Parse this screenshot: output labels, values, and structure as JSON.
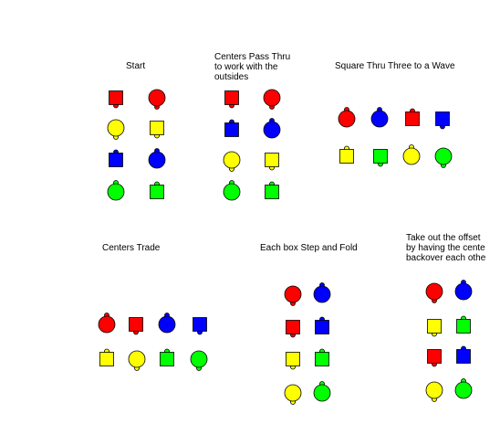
{
  "colors": {
    "red": "#ff0000",
    "blue": "#0000ff",
    "yellow": "#ffff00",
    "green": "#00ff00",
    "outline": "#000000"
  },
  "panels": [
    {
      "title": "Start",
      "dancers": [
        {
          "shape": "square",
          "color": "red",
          "nose": "down"
        },
        {
          "shape": "circle",
          "color": "red",
          "nose": "down"
        },
        {
          "shape": "circle",
          "color": "yellow",
          "nose": "down"
        },
        {
          "shape": "square",
          "color": "yellow",
          "nose": "down"
        },
        {
          "shape": "square",
          "color": "blue",
          "nose": "up"
        },
        {
          "shape": "circle",
          "color": "blue",
          "nose": "up"
        },
        {
          "shape": "circle",
          "color": "green",
          "nose": "up"
        },
        {
          "shape": "square",
          "color": "green",
          "nose": "up"
        }
      ]
    },
    {
      "title": "Centers Pass Thru\nto work with the\noutsides",
      "dancers": [
        {
          "shape": "square",
          "color": "red",
          "nose": "down"
        },
        {
          "shape": "circle",
          "color": "red",
          "nose": "down"
        },
        {
          "shape": "square",
          "color": "blue",
          "nose": "up"
        },
        {
          "shape": "circle",
          "color": "blue",
          "nose": "up"
        },
        {
          "shape": "circle",
          "color": "yellow",
          "nose": "down"
        },
        {
          "shape": "square",
          "color": "yellow",
          "nose": "down"
        },
        {
          "shape": "circle",
          "color": "green",
          "nose": "up"
        },
        {
          "shape": "square",
          "color": "green",
          "nose": "up"
        }
      ]
    },
    {
      "title": "Square Thru Three to a Wave",
      "dancers": [
        {
          "shape": "circle",
          "color": "red",
          "nose": "up"
        },
        {
          "shape": "circle",
          "color": "blue",
          "nose": "up"
        },
        {
          "shape": "square",
          "color": "red",
          "nose": "up"
        },
        {
          "shape": "square",
          "color": "blue",
          "nose": "down"
        },
        {
          "shape": "square",
          "color": "yellow",
          "nose": "up"
        },
        {
          "shape": "square",
          "color": "green",
          "nose": "down"
        },
        {
          "shape": "circle",
          "color": "yellow",
          "nose": "up"
        },
        {
          "shape": "circle",
          "color": "green",
          "nose": "down"
        }
      ]
    },
    {
      "title": "Centers Trade",
      "dancers": [
        {
          "shape": "circle",
          "color": "red",
          "nose": "up"
        },
        {
          "shape": "square",
          "color": "red",
          "nose": "down"
        },
        {
          "shape": "circle",
          "color": "blue",
          "nose": "up"
        },
        {
          "shape": "square",
          "color": "blue",
          "nose": "down"
        },
        {
          "shape": "square",
          "color": "yellow",
          "nose": "up"
        },
        {
          "shape": "circle",
          "color": "yellow",
          "nose": "down"
        },
        {
          "shape": "square",
          "color": "green",
          "nose": "up"
        },
        {
          "shape": "circle",
          "color": "green",
          "nose": "down"
        }
      ]
    },
    {
      "title": "Each box Step and Fold",
      "dancers": [
        {
          "shape": "circle",
          "color": "red",
          "nose": "down"
        },
        {
          "shape": "circle",
          "color": "blue",
          "nose": "up"
        },
        {
          "shape": "square",
          "color": "red",
          "nose": "down"
        },
        {
          "shape": "square",
          "color": "blue",
          "nose": "up"
        },
        {
          "shape": "square",
          "color": "yellow",
          "nose": "down"
        },
        {
          "shape": "square",
          "color": "green",
          "nose": "up"
        },
        {
          "shape": "circle",
          "color": "yellow",
          "nose": "down"
        },
        {
          "shape": "circle",
          "color": "green",
          "nose": "up"
        }
      ]
    },
    {
      "title": "Take out the offset\nby having the cente\nbackover each othe",
      "dancers": [
        {
          "shape": "circle",
          "color": "red",
          "nose": "down"
        },
        {
          "shape": "circle",
          "color": "blue",
          "nose": "up"
        },
        {
          "shape": "square",
          "color": "yellow",
          "nose": "down"
        },
        {
          "shape": "square",
          "color": "green",
          "nose": "up"
        },
        {
          "shape": "square",
          "color": "red",
          "nose": "down"
        },
        {
          "shape": "square",
          "color": "blue",
          "nose": "up"
        },
        {
          "shape": "circle",
          "color": "yellow",
          "nose": "down"
        },
        {
          "shape": "circle",
          "color": "green",
          "nose": "up"
        }
      ]
    }
  ]
}
